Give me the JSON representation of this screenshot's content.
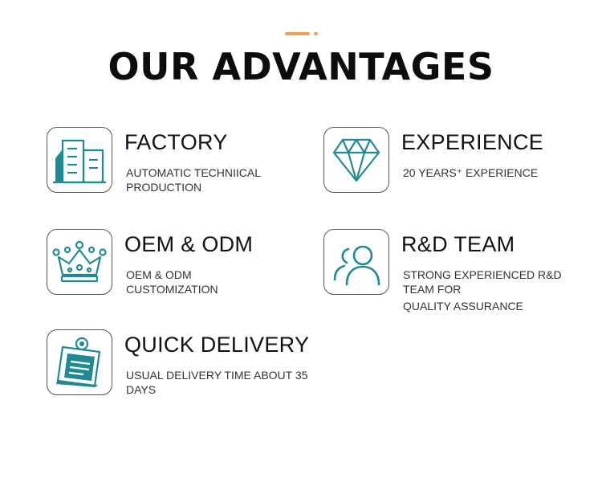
{
  "header": {
    "title": "OUR ADVANTAGES",
    "accent_color": "#f0a055"
  },
  "colors": {
    "icon": "#1f8a91",
    "border": "#555555"
  },
  "advantages": [
    {
      "icon": "factory-icon",
      "title": "FACTORY",
      "desc": [
        "AUTOMATIC TECHNIICAL",
        "PRODUCTION"
      ]
    },
    {
      "icon": "diamond-icon",
      "title": "EXPERIENCE",
      "desc": [
        "20 YEARS⁺ EXPERIENCE"
      ]
    },
    {
      "icon": "crown-icon",
      "title": "OEM & ODM",
      "desc": [
        "OEM & ODM",
        "CUSTOMIZATION"
      ]
    },
    {
      "icon": "team-icon",
      "title": "R&D TEAM",
      "desc": [
        "STRONG EXPERIENCED R&D",
        "TEAM FOR",
        "QUALITY ASSURANCE"
      ]
    },
    {
      "icon": "clipboard-icon",
      "title": "QUICK DELIVERY",
      "desc": [
        "USUAL DELIVERY TIME ABOUT 35",
        "DAYS"
      ]
    }
  ]
}
